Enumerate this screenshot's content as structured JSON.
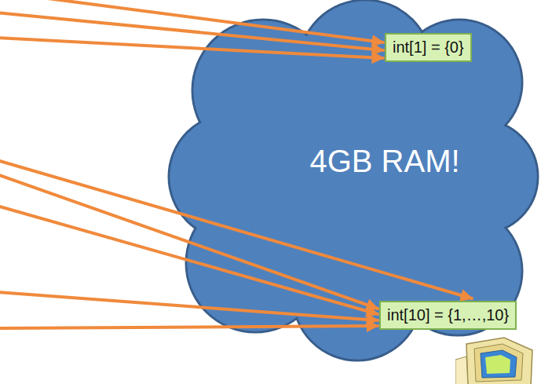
{
  "diagram": {
    "nodes": [
      {
        "text": [
          "4GB RAM!"
        ]
      },
      {
        "text": [
          "int[1] = {0}"
        ],
        "in": 0
      },
      {
        "text": [
          "int[10] = {1,…,10}"
        ],
        "in": 0
      }
    ]
  }
}
